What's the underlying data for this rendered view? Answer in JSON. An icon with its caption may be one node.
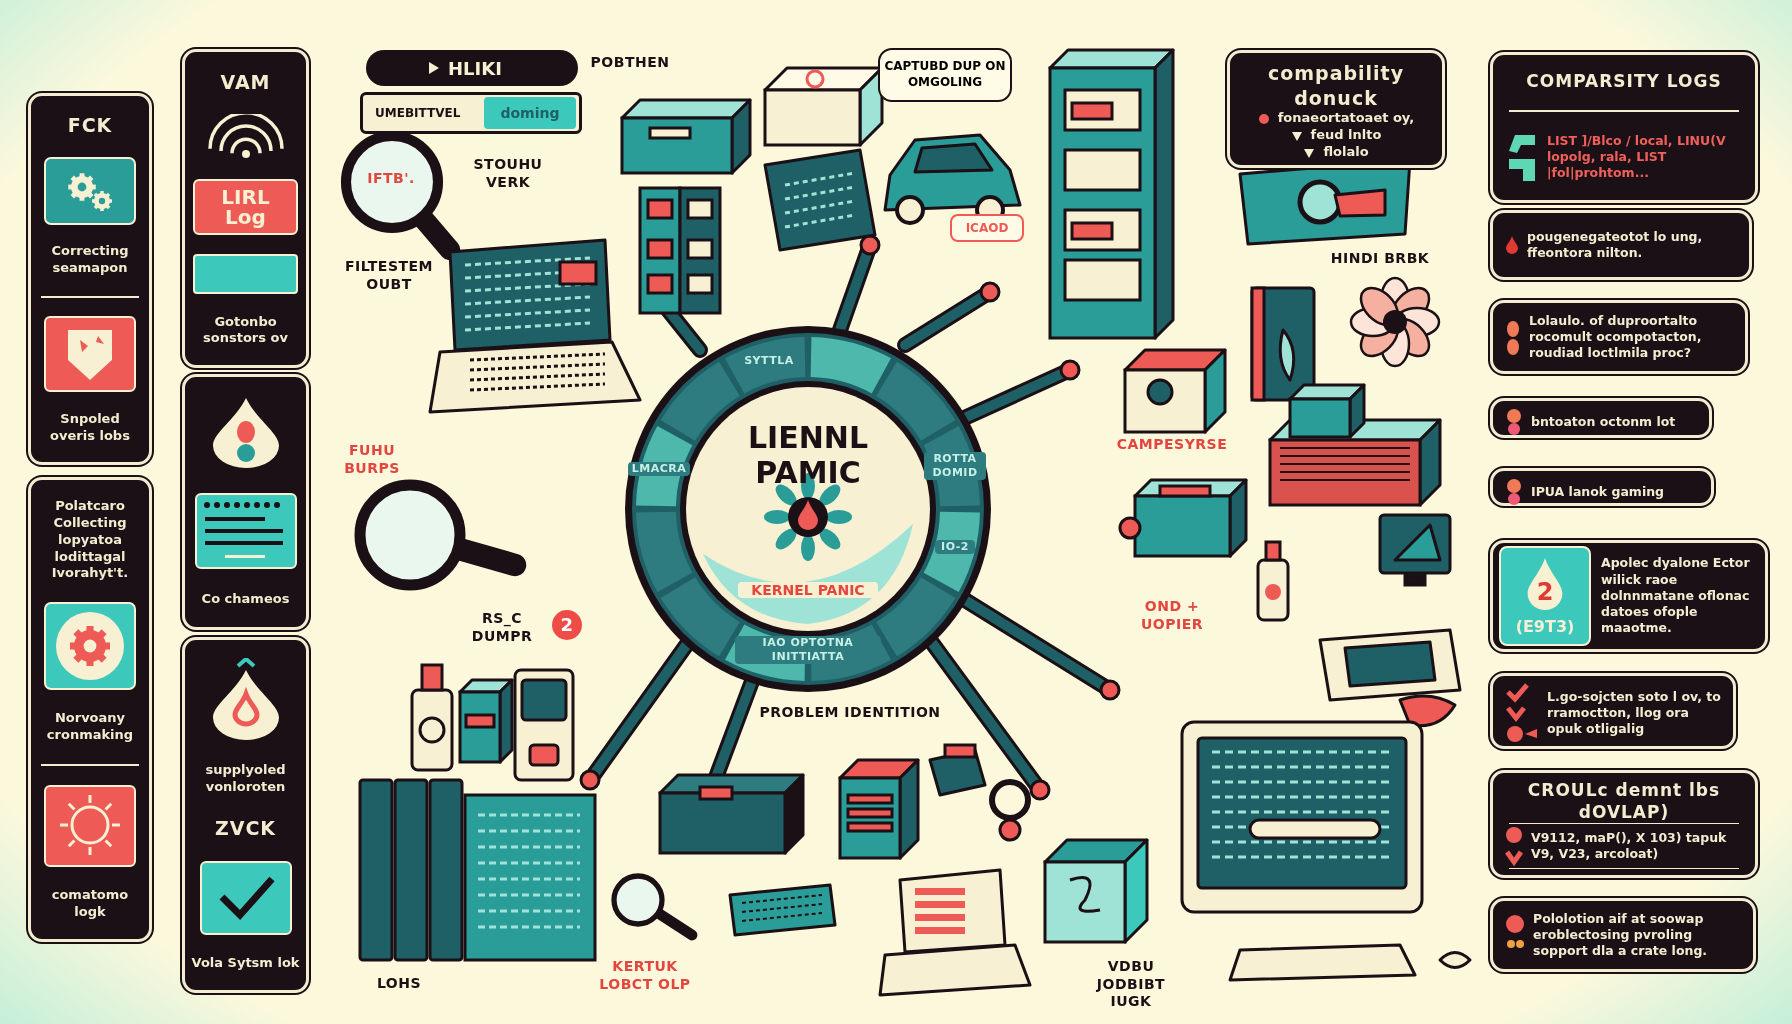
{
  "diagram": {
    "nodes": [
      {
        "text": [
          "FCK",
          "Correcting seamapon",
          "Snpoled overis lobs"
        ]
      },
      {
        "text": [
          "Polatcaro Collecting lopyatoa lodittagal Ivorahyt't.",
          "Norvoany cronmaking",
          "comatomo logk"
        ]
      },
      {
        "text": [
          "VAM",
          "Gotonbo sonstors ov"
        ]
      },
      {
        "text": [
          "LIRL Log"
        ],
        "in": 2
      },
      {
        "text": [],
        "shape": "box",
        "in": 2
      },
      {
        "text": [
          "Co chameos"
        ]
      },
      {
        "text": [
          "supplyoled vonloroten",
          "ZVCK",
          "Vola Sytsm lok"
        ]
      },
      {
        "text": [
          "HLIKI"
        ]
      },
      {
        "text": [
          "UMEBITTVEL"
        ]
      },
      {
        "text": [
          "doming"
        ],
        "in": 8
      },
      {
        "text": [
          "CAPTUBD DUP ON OMGOLING"
        ]
      },
      {
        "text": [
          "compability donuck",
          "fonaeortatoaet oy,",
          "feud lnlto",
          "flolalo"
        ]
      },
      {
        "text": [
          "ICAOD"
        ]
      },
      {
        "text": [
          "LIENNL PAMIC",
          "KERNEL PANIC"
        ]
      },
      {
        "text": [
          "COMPARSITY LOGS",
          "LIST ]/Blco / local, LINU(V lopolg, rala, LIST |fol|prohtom..."
        ]
      },
      {
        "text": [
          "pougenegateotot lo ung, ffeontora nilton."
        ]
      },
      {
        "text": [
          "Lolaulo. of duproortalto rocomult ocompotacton, roudiad loctlmila proc?"
        ]
      },
      {
        "text": [
          "bntoaton octonm lot"
        ]
      },
      {
        "text": [
          "IPUA lanok gaming"
        ]
      },
      {
        "text": [
          "Apolec dyalone Ector wilick raoe dolnnmatane oflonac datoes ofople maaotme."
        ]
      },
      {
        "text": [
          "2",
          "(E9T3)"
        ],
        "in": 19
      },
      {
        "text": [
          "L.go-sojcten soto l ov, to rramoctton, llog ora opuk otligalig"
        ]
      },
      {
        "text": [
          "CROULc demnt lbs dOVLAP)",
          "V9112, maP(), X 103) tapuk V9, V23, arcoloat)"
        ]
      },
      {
        "text": [
          "Pololotion aif at soowap eroblectosing pvroling sopport dla a crate long."
        ]
      }
    ],
    "labels": [
      "POBTHEN",
      "IFTB'.",
      "STOUHU VERK",
      "FILTESTEM OUBT",
      "HINDI BRBK",
      "SYTTLA",
      "LMACRA",
      "ROTTA DOMID",
      "IO-2",
      "CAMPESYRSE",
      "FUHU BURPS",
      "IAO OPTOTNA INITTIATTA",
      "RS_C DUMPR",
      "2",
      "OND + UOPIER",
      "PROBLEM IDENTITION",
      "LOHS",
      "KERTUK LOBCT OLP",
      "VDBU JODBIBT IUGK"
    ]
  }
}
